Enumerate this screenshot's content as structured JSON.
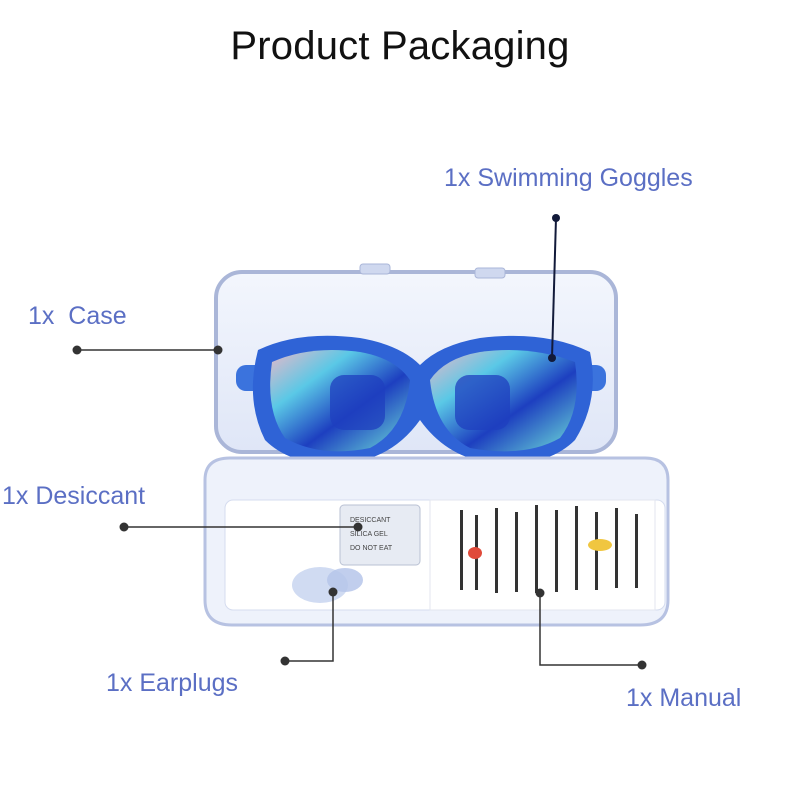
{
  "title": "Product Packaging",
  "labels": {
    "goggles": "1x Swimming Goggles",
    "case": "1x  Case",
    "desiccant": "1x Desiccant",
    "earplugs": "1x Earplugs",
    "manual": "1x Manual"
  },
  "colors": {
    "label": "#5b6fc4",
    "title": "#111111",
    "connector": "#333333",
    "connector_goggles": "#121a3a",
    "goggle_frame": "#2f63d6",
    "lens": "#1f3fbf",
    "case": "#c9d3ee"
  },
  "product_image": {
    "description": "Blue swimming goggles with iridescent mirrored lenses inside an open clear plastic case, with earplugs, desiccant packet and printed manual in the lower tray",
    "manual_text_snippets": [
      "DESICCANT",
      "SILICA GEL",
      "DO NOT EAT"
    ]
  }
}
